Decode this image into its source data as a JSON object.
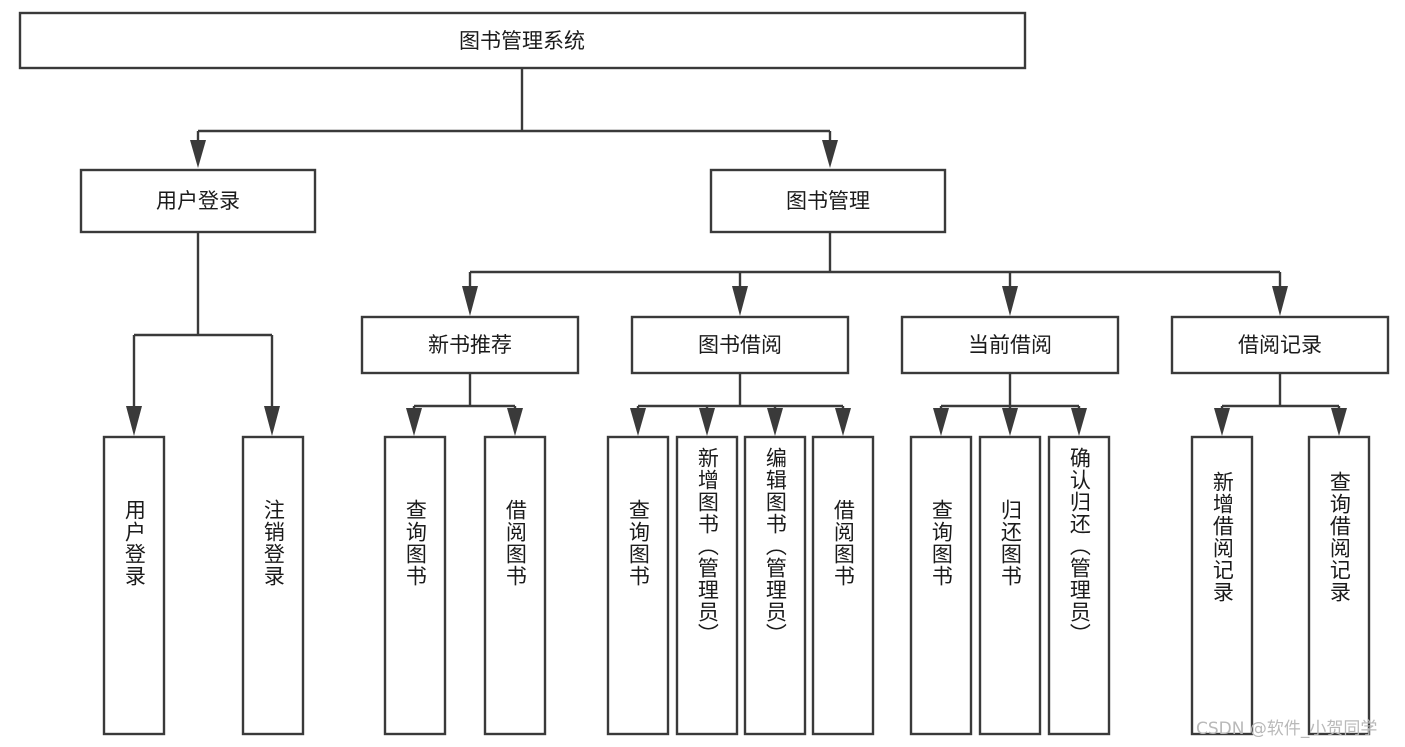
{
  "diagram": {
    "title": "图书管理系统",
    "type": "tree-hierarchy",
    "root": {
      "label": "图书管理系统"
    },
    "level2": [
      {
        "label": "用户登录"
      },
      {
        "label": "图书管理"
      }
    ],
    "level3": [
      {
        "label": "新书推荐"
      },
      {
        "label": "图书借阅"
      },
      {
        "label": "当前借阅"
      },
      {
        "label": "借阅记录"
      }
    ],
    "leaves": {
      "user_login": [
        {
          "label": "用户登录"
        },
        {
          "label": "注销登录"
        }
      ],
      "new_book_recommend": [
        {
          "label": "查询图书"
        },
        {
          "label": "借阅图书"
        }
      ],
      "book_borrow": [
        {
          "label": "查询图书"
        },
        {
          "label": "新增图书（管理员）"
        },
        {
          "label": "编辑图书（管理员）"
        },
        {
          "label": "借阅图书"
        }
      ],
      "current_borrow": [
        {
          "label": "查询图书"
        },
        {
          "label": "归还图书"
        },
        {
          "label": "确认归还（管理员）"
        }
      ],
      "borrow_record": [
        {
          "label": "新增借阅记录"
        },
        {
          "label": "查询借阅记录"
        }
      ]
    }
  },
  "watermark": {
    "text": "CSDN @软件_小贺同学"
  },
  "colors": {
    "stroke": "#3a3a3a",
    "fill": "#ffffff",
    "text": "#1b1b1b",
    "watermark": "#b9b9b9"
  }
}
